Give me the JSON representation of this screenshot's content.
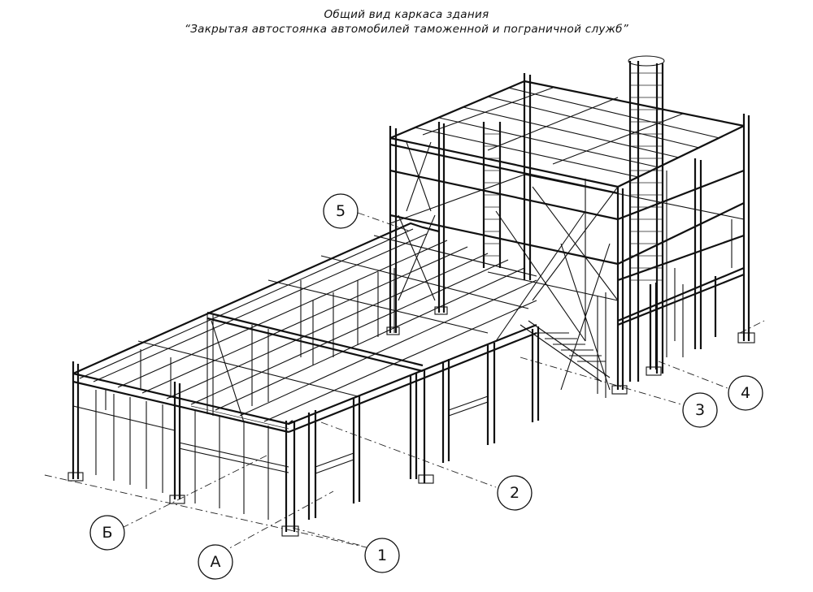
{
  "title": {
    "line1": "Общий вид каркаса здания",
    "line2": "“Закрытая автостоянка автомобилей таможенной и пограничной служб”"
  },
  "axes": [
    {
      "id": "1",
      "label": "1"
    },
    {
      "id": "2",
      "label": "2"
    },
    {
      "id": "3",
      "label": "3"
    },
    {
      "id": "4",
      "label": "4"
    },
    {
      "id": "5",
      "label": "5"
    },
    {
      "id": "A",
      "label": "А"
    },
    {
      "id": "B",
      "label": "Б"
    }
  ]
}
